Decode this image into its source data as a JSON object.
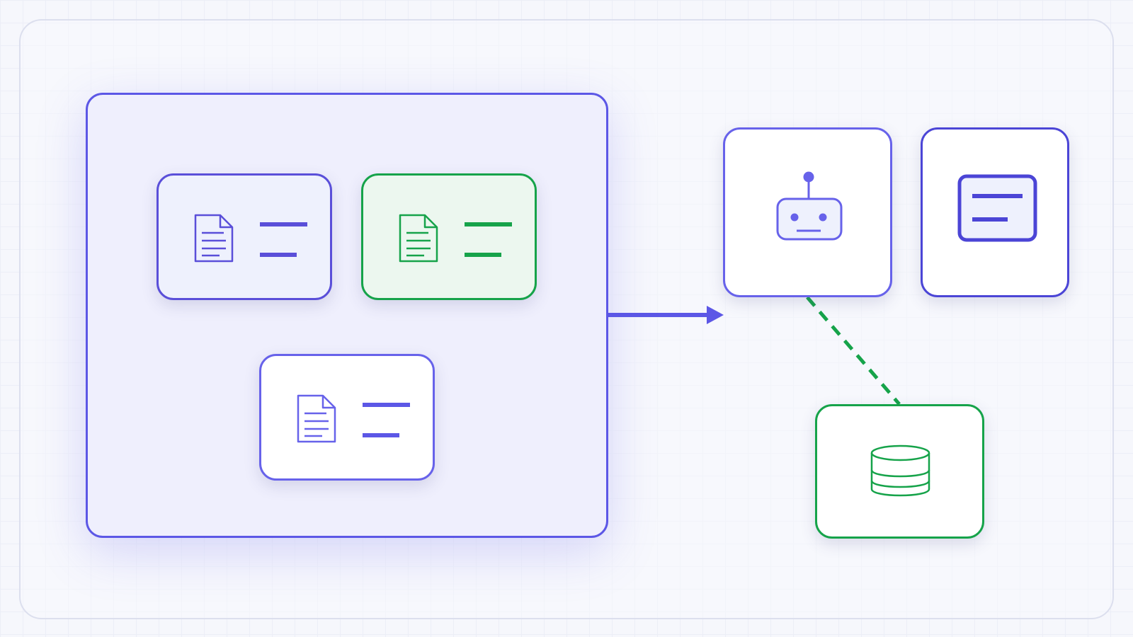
{
  "diagram": {
    "icons": {
      "document": "document-icon",
      "text_lines": "text-lines-icon",
      "agent": "robot-icon",
      "output": "text-panel-icon",
      "storage": "database-icon"
    },
    "connections": [
      {
        "from": "document-group",
        "to": "agent-node",
        "style": "solid-arrow"
      },
      {
        "from": "agent-node",
        "to": "database-node",
        "style": "dashed"
      }
    ],
    "colors": {
      "primary": "#5c57e6",
      "primary_dark": "#4b45d6",
      "green": "#16a34a",
      "group_fill": "#efeffd",
      "light_blue_fill": "#eef1fd",
      "light_green_fill": "#ecf7ef",
      "grid": "#eceef7",
      "frame_border": "#dcdfee"
    }
  }
}
